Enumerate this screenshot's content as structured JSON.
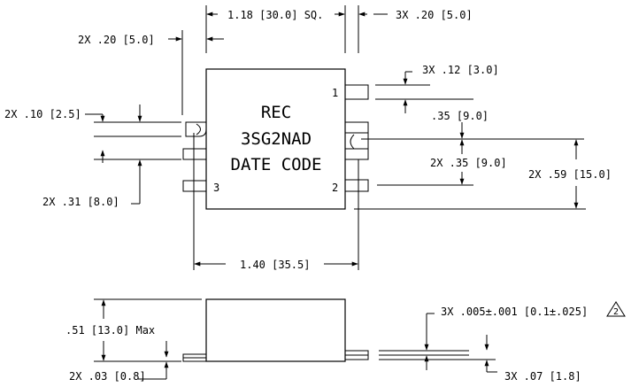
{
  "drawing": {
    "marking": {
      "line1": "REC",
      "line2": "3SG2NAD",
      "line3": "DATE CODE"
    },
    "pins": {
      "p1": "1",
      "p2": "2",
      "p3": "3"
    },
    "dims": {
      "top_sq": "1.18 [30.0] SQ.",
      "top_left_pad": "2X .20 [5.0]",
      "top_right_pad": "3X .20 [5.0]",
      "pad_height": "3X .12 [3.0]",
      "pin1_to_slot": ".35 [9.0]",
      "left_slot_w": "2X .10 [2.5]",
      "left_pitch": "2X .31 [8.0]",
      "right_pitch": "2X .35 [9.0]",
      "right_total": "2X .59 [15.0]",
      "overall_width": "1.40 [35.5]",
      "max_height": ".51 [13.0] Max",
      "standoff": "2X .03 [0.8]",
      "lead_thickness": "3X .005±.001 [0.1±.025]",
      "lead_flat": "3X .07 [1.8]"
    },
    "note_ref": "2"
  }
}
